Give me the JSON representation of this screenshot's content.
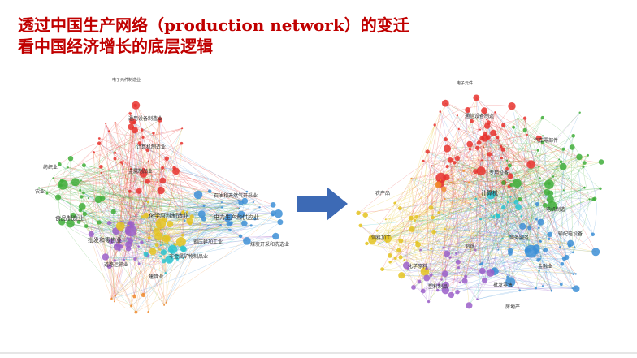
{
  "title": {
    "line1": "透过中国生产网络（production network）的变迁",
    "line2": "看中国经济增长的底层逻辑",
    "color": "#c00000"
  },
  "arrow": {
    "icon": "right-arrow-icon",
    "color": "#3d6ab5"
  },
  "network_palette": [
    "#e8322e",
    "#3fae3a",
    "#3d8fd6",
    "#9b5fc9",
    "#e4c321",
    "#2cc4cf",
    "#f08a2b"
  ],
  "left_network": {
    "labels": [
      {
        "text": "电子元件制造业",
        "color": "#e8322e"
      },
      {
        "text": "通用设备制造业",
        "color": "#e8322e"
      },
      {
        "text": "计算机制造业",
        "color": "#e8322e"
      },
      {
        "text": "金属制品业",
        "color": "#e8322e"
      },
      {
        "text": "电力生产和供应业",
        "color": "#3d8fd6"
      },
      {
        "text": "石油和天然气开采业",
        "color": "#3d8fd6"
      },
      {
        "text": "煤炭开采和洗选业",
        "color": "#3d8fd6"
      },
      {
        "text": "批发和零售业",
        "color": "#9b5fc9"
      },
      {
        "text": "道路运输业",
        "color": "#9b5fc9"
      },
      {
        "text": "建筑业",
        "color": "#9b5fc9"
      },
      {
        "text": "农业",
        "color": "#3fae3a"
      },
      {
        "text": "食品制造业",
        "color": "#3fae3a"
      },
      {
        "text": "纺织业",
        "color": "#3fae3a"
      },
      {
        "text": "化学原料制造业",
        "color": "#e4c321"
      },
      {
        "text": "非金属矿物制品业",
        "color": "#e4c321"
      },
      {
        "text": "钢压延加工业",
        "color": "#2cc4cf"
      }
    ]
  },
  "right_network": {
    "labels": [
      {
        "text": "电子元件",
        "color": "#e8322e"
      },
      {
        "text": "通信设备制造",
        "color": "#e8322e"
      },
      {
        "text": "计算机",
        "color": "#e8322e"
      },
      {
        "text": "专用设备",
        "color": "#e8322e"
      },
      {
        "text": "汽车零部件",
        "color": "#3fae3a"
      },
      {
        "text": "电机制造",
        "color": "#3fae3a"
      },
      {
        "text": "输配电设备",
        "color": "#3fae3a"
      },
      {
        "text": "商务服务",
        "color": "#3d8fd6"
      },
      {
        "text": "金融业",
        "color": "#3d8fd6"
      },
      {
        "text": "批发零售",
        "color": "#3d8fd6"
      },
      {
        "text": "房地产",
        "color": "#3d8fd6"
      },
      {
        "text": "农产品",
        "color": "#e4c321"
      },
      {
        "text": "饲料加工",
        "color": "#e4c321"
      },
      {
        "text": "化学原料",
        "color": "#9b5fc9"
      },
      {
        "text": "塑料制品",
        "color": "#9b5fc9"
      },
      {
        "text": "钢铁",
        "color": "#2cc4cf"
      }
    ]
  }
}
